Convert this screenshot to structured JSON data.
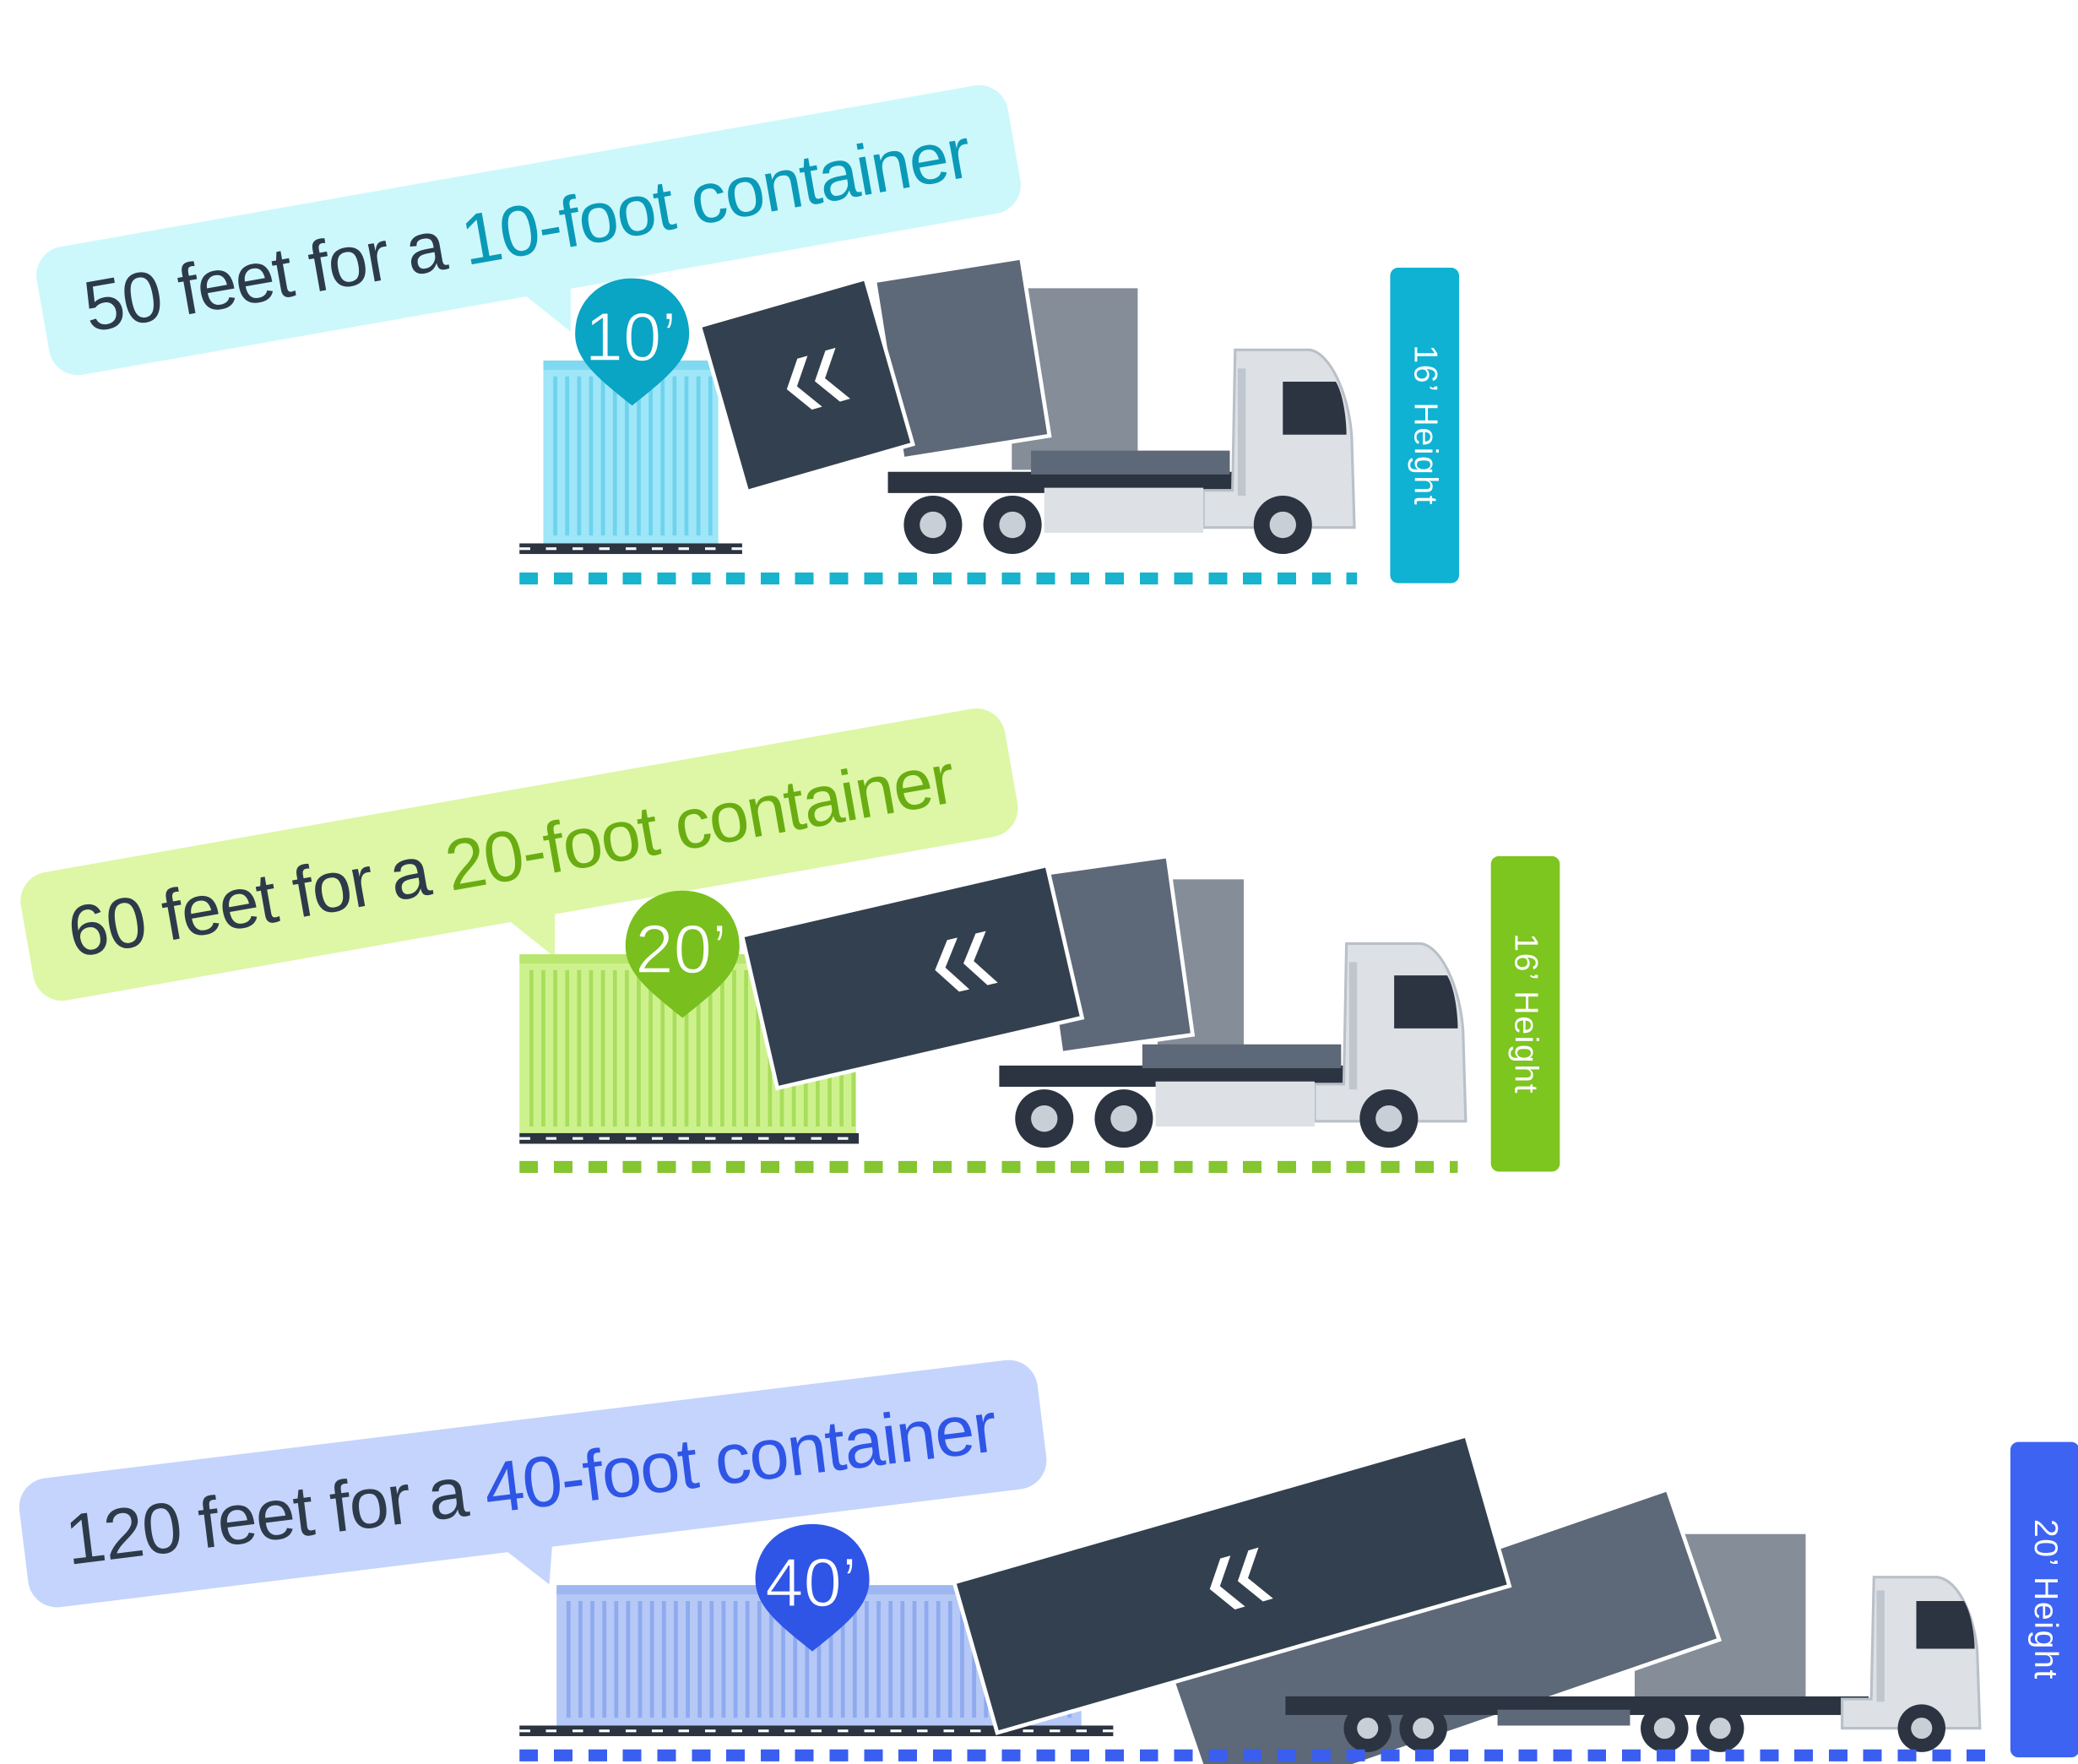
{
  "scenes": [
    {
      "id": "ten-foot",
      "label_lead": "50 feet for a ",
      "label_accent": "10-foot container",
      "badge": "10’",
      "height": "16’ Height",
      "colors": {
        "accent": "#0aa4c4",
        "bubble": "#ccf8fc",
        "container": "#9ee6f8",
        "container_rib": "#6fd3ee",
        "dash": "#18b3cc"
      }
    },
    {
      "id": "twenty-foot",
      "label_lead": "60 feet for a ",
      "label_accent": "20-foot container",
      "badge": "20’",
      "height": "16’ Height",
      "colors": {
        "accent": "#79bf1e",
        "bubble": "#ddf7a6",
        "container": "#cdf28d",
        "container_rib": "#a9dd5d",
        "dash": "#84c531"
      }
    },
    {
      "id": "forty-foot",
      "label_lead": "120 feet for a ",
      "label_accent": "40-foot container",
      "badge": "40’",
      "height": "20’ Height",
      "colors": {
        "accent": "#2f55e6",
        "bubble": "#c5d4fc",
        "container": "#b5c8f6",
        "container_rib": "#8faaee",
        "dash": "#3a5ef0"
      }
    }
  ],
  "colors": {
    "text": "#2d3a4a",
    "container_dark": "#33404f",
    "container_mid": "#5d6878",
    "container_light": "#858d99",
    "truck_body": "#dde1e6",
    "truck_frame": "#2b3440"
  },
  "icons": {
    "direction": "double-chevron-left-icon"
  }
}
